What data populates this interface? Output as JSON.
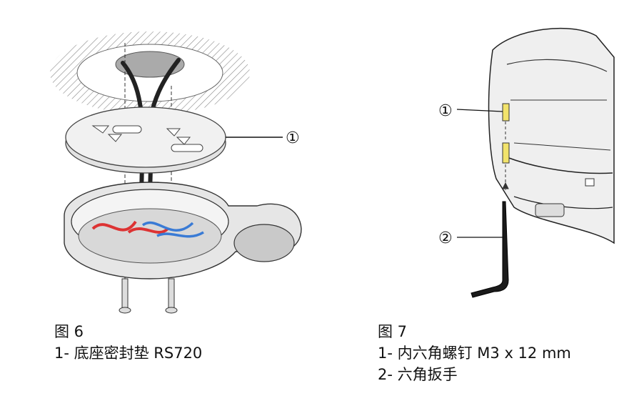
{
  "figure6": {
    "title": "图 6",
    "callout_1": "①",
    "legend": [
      "1- 底座密封垫 RS720"
    ]
  },
  "figure7": {
    "title": "图 7",
    "callout_1": "①",
    "callout_2": "②",
    "legend": [
      "1- 内六角螺钉 M3 x 12 mm",
      "2- 六角扳手"
    ]
  }
}
